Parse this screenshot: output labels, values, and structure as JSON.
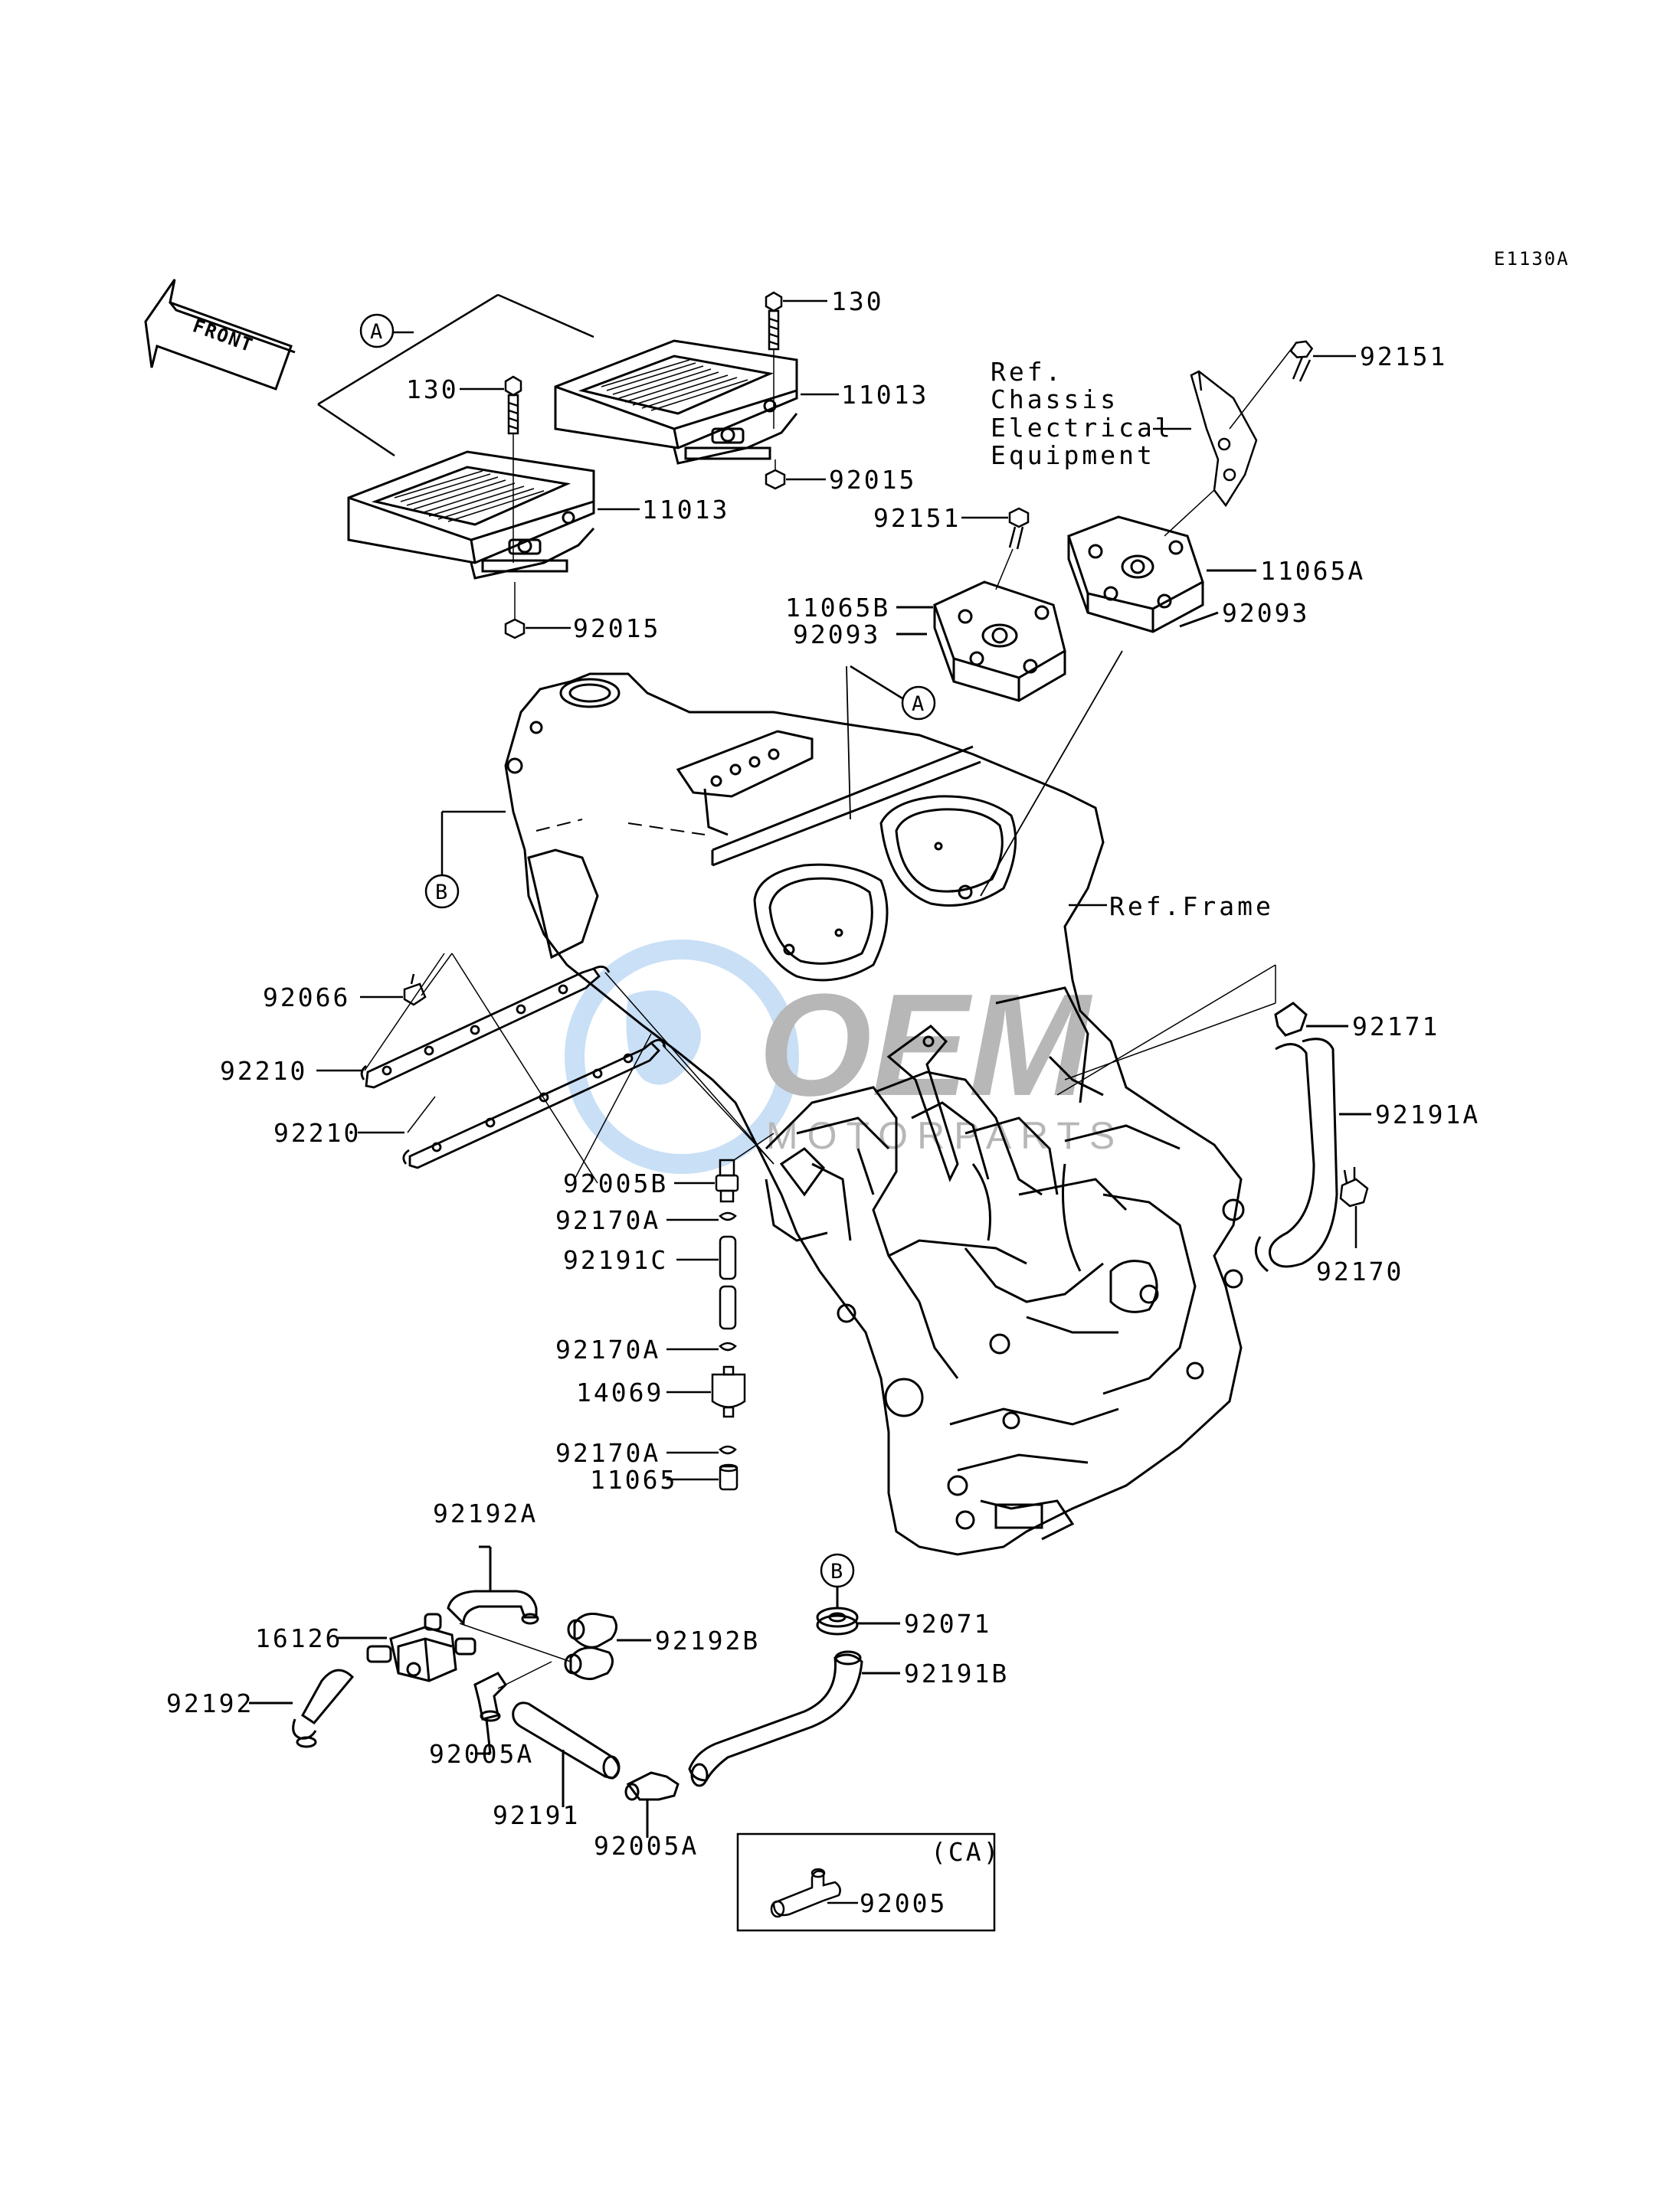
{
  "diagram": {
    "code": "E1130A",
    "front_label": "FRONT",
    "colors": {
      "line": "#000000",
      "background": "#ffffff",
      "watermark": "#3d8fe0"
    },
    "watermark": {
      "text": "OEM",
      "subtext": "MOTORPARTS"
    },
    "callouts": [
      "A",
      "A",
      "B",
      "B"
    ],
    "references": {
      "chassis": [
        "Ref.",
        "Chassis",
        "Electrical",
        "Equipment"
      ],
      "frame": "Ref.Frame"
    },
    "parts": [
      "130",
      "11013",
      "92015",
      "130",
      "11013",
      "92015",
      "92151",
      "92151",
      "11065A",
      "92093",
      "11065B",
      "92093",
      "92066",
      "92210",
      "92210",
      "92171",
      "92191A",
      "92170",
      "92005B",
      "92170A",
      "92191C",
      "92170A",
      "14069",
      "92170A",
      "11065",
      "92192A",
      "16126",
      "92192B",
      "92192",
      "92005A",
      "92191",
      "92005A",
      "92071",
      "92191B",
      "92005"
    ],
    "inset_label": "(CA)"
  }
}
